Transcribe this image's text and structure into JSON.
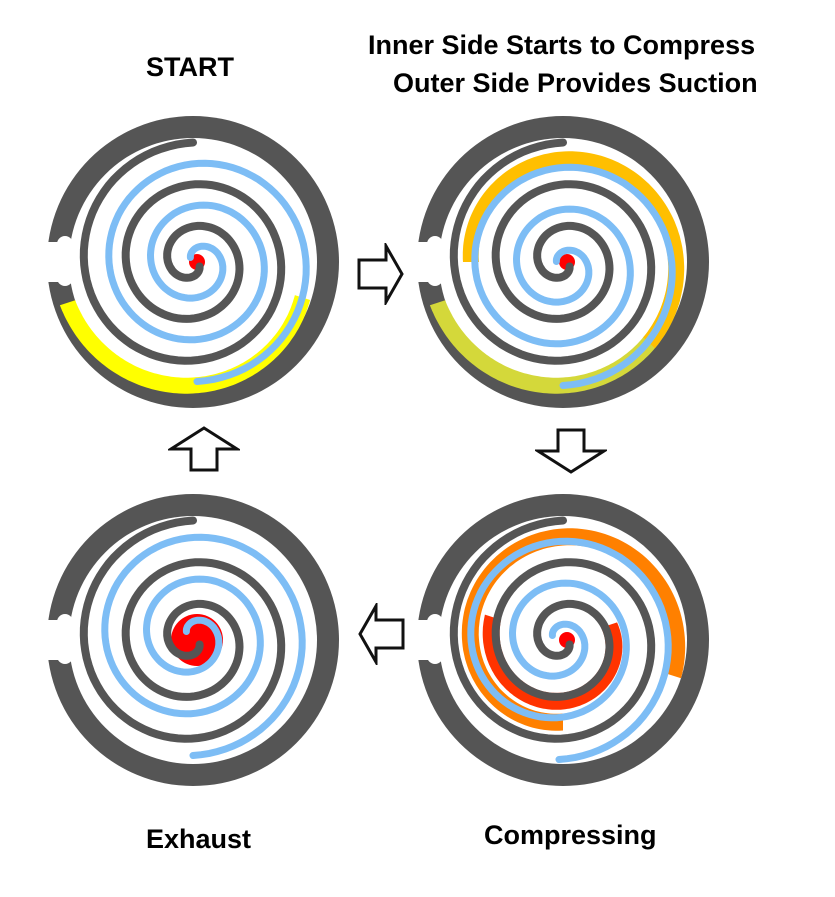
{
  "title_labels": {
    "start": "START",
    "suction_line1": "Inner Side Starts to Compress",
    "suction_line2": "Outer Side Provides Suction",
    "exhaust": "Exhaust",
    "compressing": "Compressing"
  },
  "stages": [
    {
      "id": "start",
      "label": "START",
      "highlights": [
        {
          "zone": "outer-pocket-top",
          "color": "#ffff00"
        }
      ],
      "center_pocket_color": "#ff0000"
    },
    {
      "id": "suction",
      "label": "Inner Side Starts to Compress / Outer Side Provides Suction",
      "highlights": [
        {
          "zone": "outer-pocket-top",
          "color": "#d4d83a"
        },
        {
          "zone": "second-pocket-right",
          "color": "#ffbf00"
        }
      ],
      "center_pocket_color": "#ff0000"
    },
    {
      "id": "compressing",
      "label": "Compressing",
      "highlights": [
        {
          "zone": "second-pocket",
          "color": "#ff8000"
        },
        {
          "zone": "inner-pocket",
          "color": "#ff3300"
        }
      ],
      "center_pocket_color": "#ff0000"
    },
    {
      "id": "exhaust",
      "label": "Exhaust",
      "highlights": [],
      "center_pocket_color": "#ff0000"
    }
  ],
  "flow_arrows": [
    {
      "from": "start",
      "to": "suction",
      "direction": "right"
    },
    {
      "from": "suction",
      "to": "compressing",
      "direction": "down"
    },
    {
      "from": "compressing",
      "to": "exhaust",
      "direction": "left"
    },
    {
      "from": "exhaust",
      "to": "start",
      "direction": "up"
    }
  ],
  "colors": {
    "housing": "#555555",
    "fixed_scroll": "#555555",
    "orbiting_scroll": "#7dbdf5",
    "pocket_background": "#ffffff",
    "discharge": "#ff0000"
  }
}
